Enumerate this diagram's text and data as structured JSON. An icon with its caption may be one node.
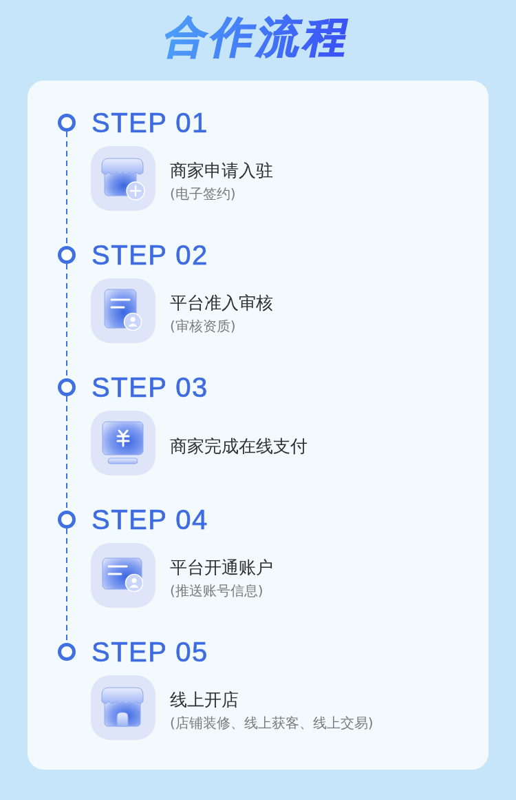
{
  "diagram": {
    "title": "合作流程",
    "nodes": [
      {
        "text": [],
        "shape": "circle",
        "beside": [
          "STEP 01"
        ]
      },
      {
        "text": [],
        "shape": "circle",
        "beside": [
          "STEP 02"
        ]
      },
      {
        "text": [],
        "shape": "circle",
        "beside": [
          "STEP 03"
        ]
      },
      {
        "text": [],
        "shape": "circle",
        "beside": [
          "STEP 04"
        ]
      },
      {
        "text": [],
        "shape": "circle",
        "beside": [
          "STEP 05"
        ]
      }
    ],
    "edges": [
      {
        "from": 0,
        "to": 1,
        "arrow": "none",
        "style": "dashed"
      },
      {
        "from": 1,
        "to": 2,
        "arrow": "none",
        "style": "dashed"
      },
      {
        "from": 2,
        "to": 3,
        "arrow": "none",
        "style": "dashed"
      },
      {
        "from": 3,
        "to": 4,
        "arrow": "none",
        "style": "dashed"
      }
    ],
    "labels": [
      "商家申请入驻",
      "(电子签约)",
      "平台准入审核",
      "(审核资质)",
      "商家完成在线支付",
      "平台开通账户",
      "(推送账号信息)",
      "线上开店",
      "(店铺装修、线上获客、线上交易)"
    ]
  }
}
